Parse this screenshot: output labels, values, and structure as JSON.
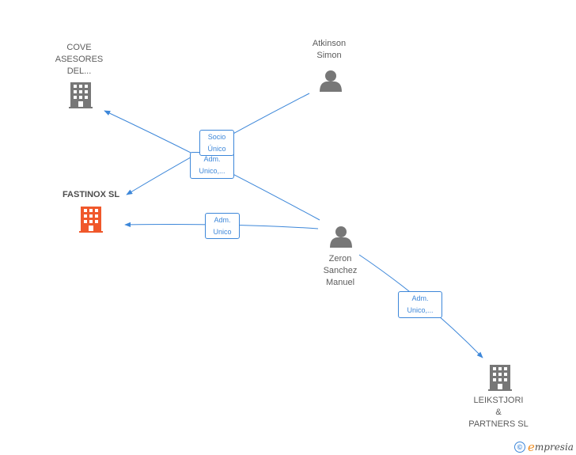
{
  "nodes": {
    "cove": {
      "lines": [
        "COVE",
        "ASESORES",
        "DEL..."
      ],
      "icon": "building-icon",
      "color": "#777777"
    },
    "atkinson": {
      "lines": [
        "Atkinson",
        "Simon"
      ],
      "icon": "person-icon",
      "color": "#777777"
    },
    "fastinox": {
      "lines": [
        "FASTINOX SL"
      ],
      "icon": "building-icon",
      "color": "#f0582b"
    },
    "zeron": {
      "lines": [
        "Zeron",
        "Sanchez",
        "Manuel"
      ],
      "icon": "person-icon",
      "color": "#777777"
    },
    "leikstjori": {
      "lines": [
        "LEIKSTJORI",
        "&",
        "PARTNERS SL"
      ],
      "icon": "building-icon",
      "color": "#777777"
    }
  },
  "edges": {
    "socio_unico": {
      "lines": [
        "Socio",
        "Único"
      ]
    },
    "adm_unico_1": {
      "lines": [
        "Adm.",
        "Unico,..."
      ]
    },
    "adm_unico_2": {
      "lines": [
        "Adm.",
        "Unico"
      ]
    },
    "adm_unico_3": {
      "lines": [
        "Adm.",
        "Unico,..."
      ]
    }
  },
  "colors": {
    "edge": "#3d87d9",
    "edge_text": "#3d87d9",
    "label": "#5c5c5c"
  },
  "footer": {
    "copyright_symbol": "©",
    "brand_initial": "e",
    "brand_rest": "mpresia"
  }
}
